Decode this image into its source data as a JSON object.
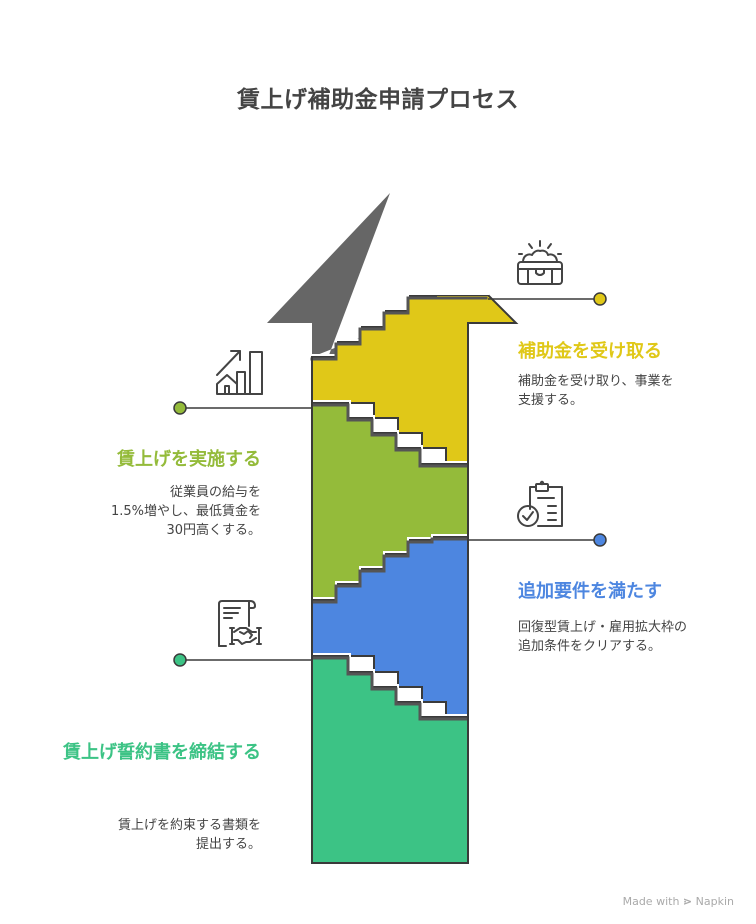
{
  "title": "賃上げ補助金申請プロセス",
  "colors": {
    "arrow_head": "#666666",
    "outline": "#3a3a3a",
    "step1": "#3CC385",
    "step2": "#4D86E0",
    "step3": "#94BB3A",
    "step4": "#E0C818",
    "title_text": "#444444",
    "body_text": "#444444"
  },
  "steps": [
    {
      "order": 1,
      "title": "賃上げ誓約書を締結する",
      "description": "賃上げを約束する書類を\n提出する。",
      "color": "#3CC385",
      "side": "left",
      "icon": "contract-handshake-icon"
    },
    {
      "order": 2,
      "title": "追加要件を満たす",
      "description": "回復型賃上げ・雇用拡大枠の\n追加条件をクリアする。",
      "color": "#4D86E0",
      "side": "right",
      "icon": "clipboard-check-icon"
    },
    {
      "order": 3,
      "title": "賃上げを実施する",
      "description": "従業員の給与を\n1.5%増やし、最低賃金を\n30円高くする。",
      "color": "#94BB3A",
      "side": "left",
      "icon": "growth-chart-house-icon"
    },
    {
      "order": 4,
      "title": "補助金を受け取る",
      "description": "補助金を受け取り、事業を\n支援する。",
      "color": "#E0C818",
      "side": "right",
      "icon": "treasure-chest-icon"
    }
  ],
  "watermark": {
    "prefix": "Made with",
    "brand": "Napkin"
  }
}
